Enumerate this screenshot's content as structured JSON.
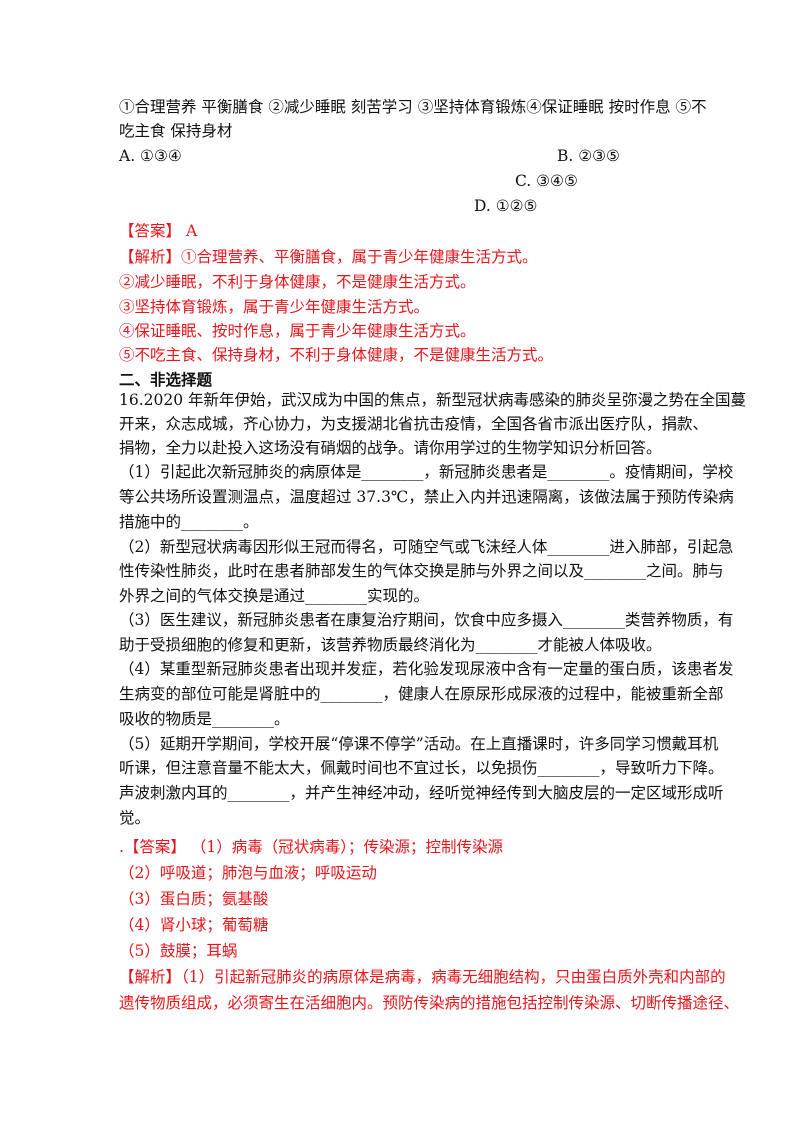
{
  "question15": {
    "stem_line1": "①合理营养 平衡膳食 ②减少睡眠 刻苦学习 ③坚持体育锻炼④保证睡眠 按时作息 ⑤不",
    "stem_line2": "吃主食 保持身材",
    "option_a": "A.  ①③④",
    "option_b": "B.  ②③⑤",
    "option_c": "C.  ③④⑤",
    "option_d": "D.  ①②⑤",
    "answer_label": "【答案】",
    "answer_value": "A",
    "analysis_label": "【解析】",
    "analysis_line1": "①合理营养、平衡膳食，属于青少年健康生活方式。",
    "analysis_line2": "②减少睡眠，不利于身体健康，不是健康生活方式。",
    "analysis_line3": "③坚持体育锻炼，属于青少年健康生活方式。",
    "analysis_line4": "④保证睡眠、按时作息，属于青少年健康生活方式。",
    "analysis_line5": "⑤不吃主食、保持身材，不利于身体健康，不是健康生活方式。"
  },
  "section_title": "二、非选择题",
  "question16": {
    "intro_line1": "16.2020 年新年伊始，武汉成为中国的焦点，新型冠状病毒感染的肺炎呈弥漫之势在全国蔓",
    "intro_line2": "开来，众志成城，齐心协力，为支援湖北省抗击疫情，全国各省市派出医疗队，捐款、",
    "intro_line3": "捐物，全力以赴投入这场没有硝烟的战争。请你用学过的生物学知识分析回答。",
    "p1_line1": "（1）引起此次新冠肺炎的病原体是________，新冠肺炎患者是________。疫情期间，学校",
    "p1_line2": "等公共场所设置测温点，温度超过 37.3℃，禁止入内并迅速隔离，该做法属于预防传染病",
    "p1_line3": "措施中的________。",
    "p2_line1": "（2）新型冠状病毒因形似王冠而得名，可随空气或飞沫经人体________进入肺部，引起急",
    "p2_line2": "性传染性肺炎，此时在患者肺部发生的气体交换是肺与外界之间以及________之间。肺与",
    "p2_line3": "外界之间的气体交换是通过________实现的。",
    "p3_line1": "（3）医生建议，新冠肺炎患者在康复治疗期间，饮食中应多摄入________类营养物质，有",
    "p3_line2": "助于受损细胞的修复和更新，该营养物质最终消化为________才能被人体吸收。",
    "p4_line1": "（4）某重型新冠肺炎患者出现并发症，若化验发现尿液中含有一定量的蛋白质，该患者发",
    "p4_line2": "生病变的部位可能是肾脏中的________，健康人在原尿形成尿液的过程中，能被重新全部",
    "p4_line3": "吸收的物质是________。",
    "p5_line1": "（5）延期开学期间，学校开展“停课不停学”活动。在上直播课时，许多同学习惯戴耳机",
    "p5_line2": "听课，但注意音量不能太大，佩戴时间也不宜过长，以免损伤________，导致听力下降。",
    "p5_line3": "声波刺激内耳的________，并产生神经冲动，经听觉神经传到大脑皮层的一定区域形成听",
    "p5_line4": "觉。",
    "answer_label": ".【答案】",
    "answer_1": "（1）病毒（冠状病毒）；传染源；控制传染源",
    "answer_2": "（2）呼吸道；肺泡与血液；呼吸运动",
    "answer_3": "（3）蛋白质；氨基酸",
    "answer_4": "（4）肾小球；葡萄糖",
    "answer_5": "（5）鼓膜；耳蜗",
    "analysis_label": "【解析】",
    "analysis_line1": "（1）引起新冠肺炎的病原体是病毒，病毒无细胞结构，只由蛋白质外壳和内部的",
    "analysis_line2": "遗传物质组成，必须寄生在活细胞内。预防传染病的措施包括控制传染源、切断传播途径、"
  }
}
